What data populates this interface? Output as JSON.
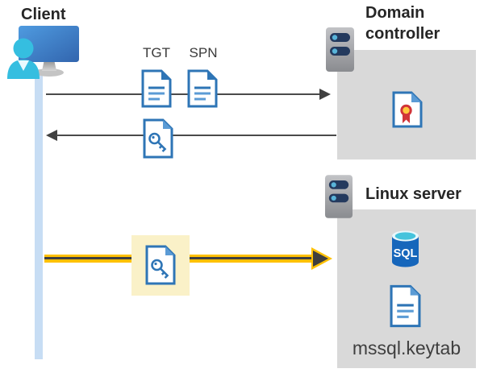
{
  "client": {
    "label": "Client"
  },
  "domain_controller": {
    "label": "Domain controller"
  },
  "linux_server": {
    "label": "Linux server",
    "sql_label": "SQL",
    "keytab_label": "mssql.keytab"
  },
  "messages": {
    "tgt_label": "TGT",
    "spn_label": "SPN"
  },
  "icons": [
    "client-device-icon",
    "server-icon",
    "certificate-icon",
    "tgt-document-icon",
    "spn-document-icon",
    "key-ticket-icon",
    "sql-database-icon",
    "keytab-document-icon"
  ],
  "colors": {
    "doc_border_blue": "#2E75B6",
    "doc_line_blue": "#5B9BD5",
    "person_cyan": "#35BEE0",
    "monitor_blue_top": "#4F9BE0",
    "monitor_blue_bottom": "#3265AE",
    "server_pill_navy": "#243A5E",
    "server_dot_blue": "#59B4D9",
    "panel_gray": "#D9D9D9",
    "arrow_gray": "#404040",
    "kerberos_yellow": "#FFC103",
    "highlight_yellow": "#FAF1C8",
    "lifeline_blue": "#C7DDF4",
    "sql_blue": "#1666BB",
    "sql_top_cyan": "#45C3DC",
    "cert_red": "#D13438",
    "cert_gold": "#FFC83D"
  }
}
